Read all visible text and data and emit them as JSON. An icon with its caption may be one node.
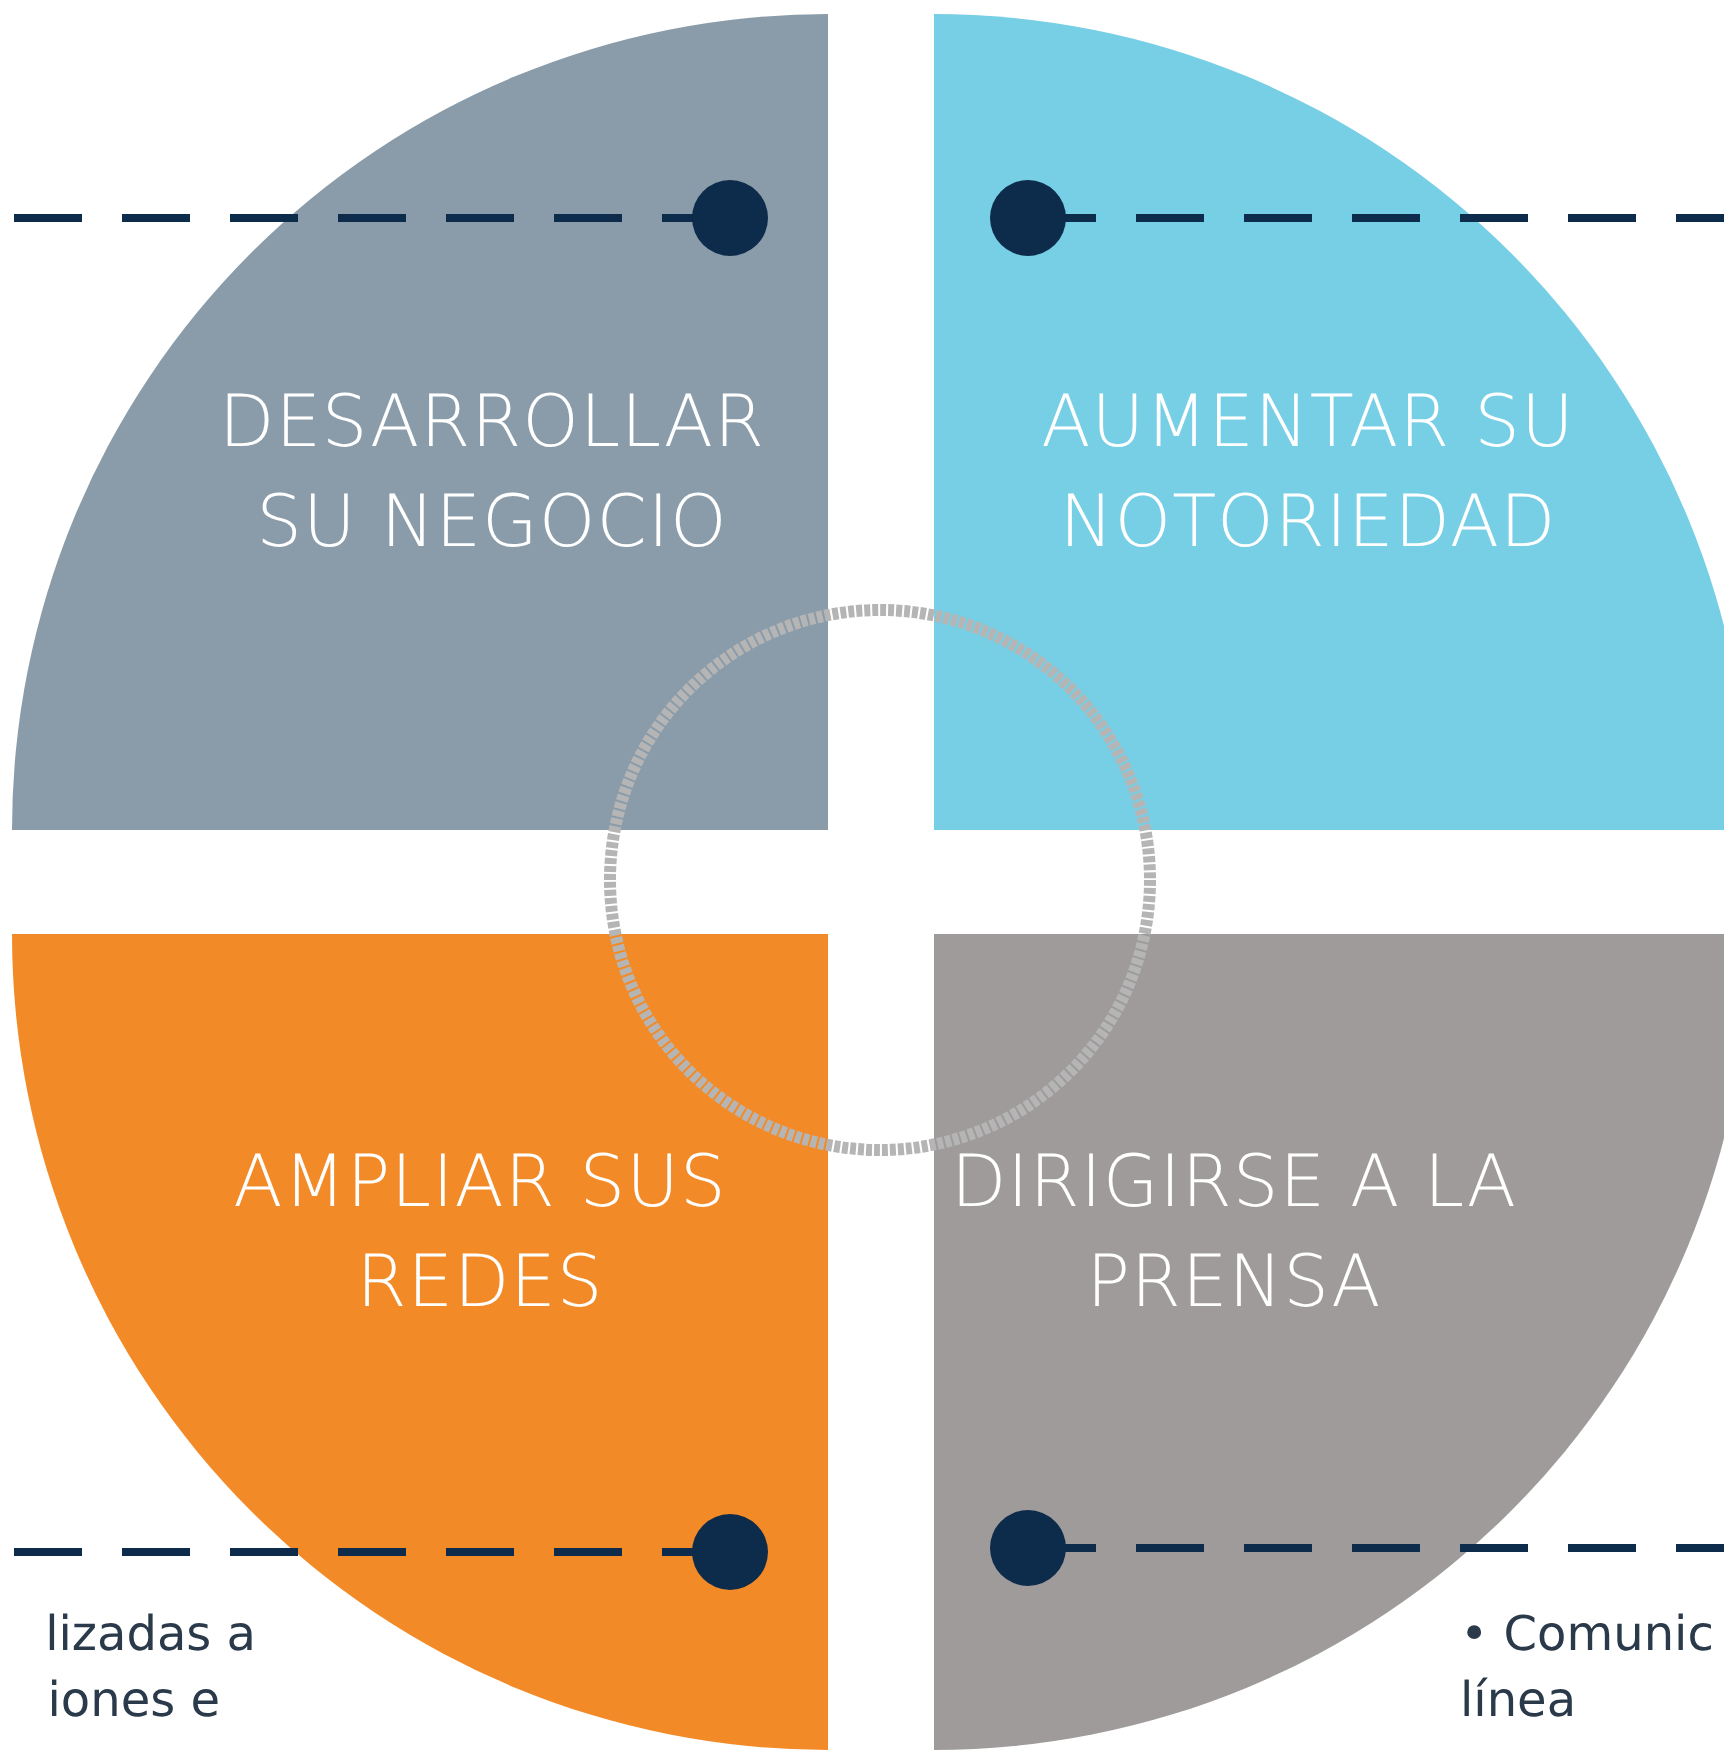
{
  "diagram": {
    "nodes": [
      {
        "text": [
          "DESARROLLAR SU NEGOCIO"
        ]
      },
      {
        "text": [
          "AUMENTAR SU NOTORIEDAD"
        ]
      },
      {
        "text": [
          "AMPLIAR SUS REDES"
        ]
      },
      {
        "text": [
          "DIRIGIRSE A LA PRENSA"
        ]
      }
    ],
    "edges": [
      {
        "from": 0,
        "to": null,
        "arrow": "other",
        "style": "dashed"
      },
      {
        "from": 1,
        "to": null,
        "arrow": "other",
        "style": "dashed"
      },
      {
        "from": 2,
        "to": null,
        "arrow": "other",
        "style": "dashed"
      },
      {
        "from": 3,
        "to": null,
        "arrow": "other",
        "style": "dashed"
      }
    ],
    "labels": [
      "lizadas a",
      "iones e",
      "• Comunic",
      "línea"
    ]
  }
}
